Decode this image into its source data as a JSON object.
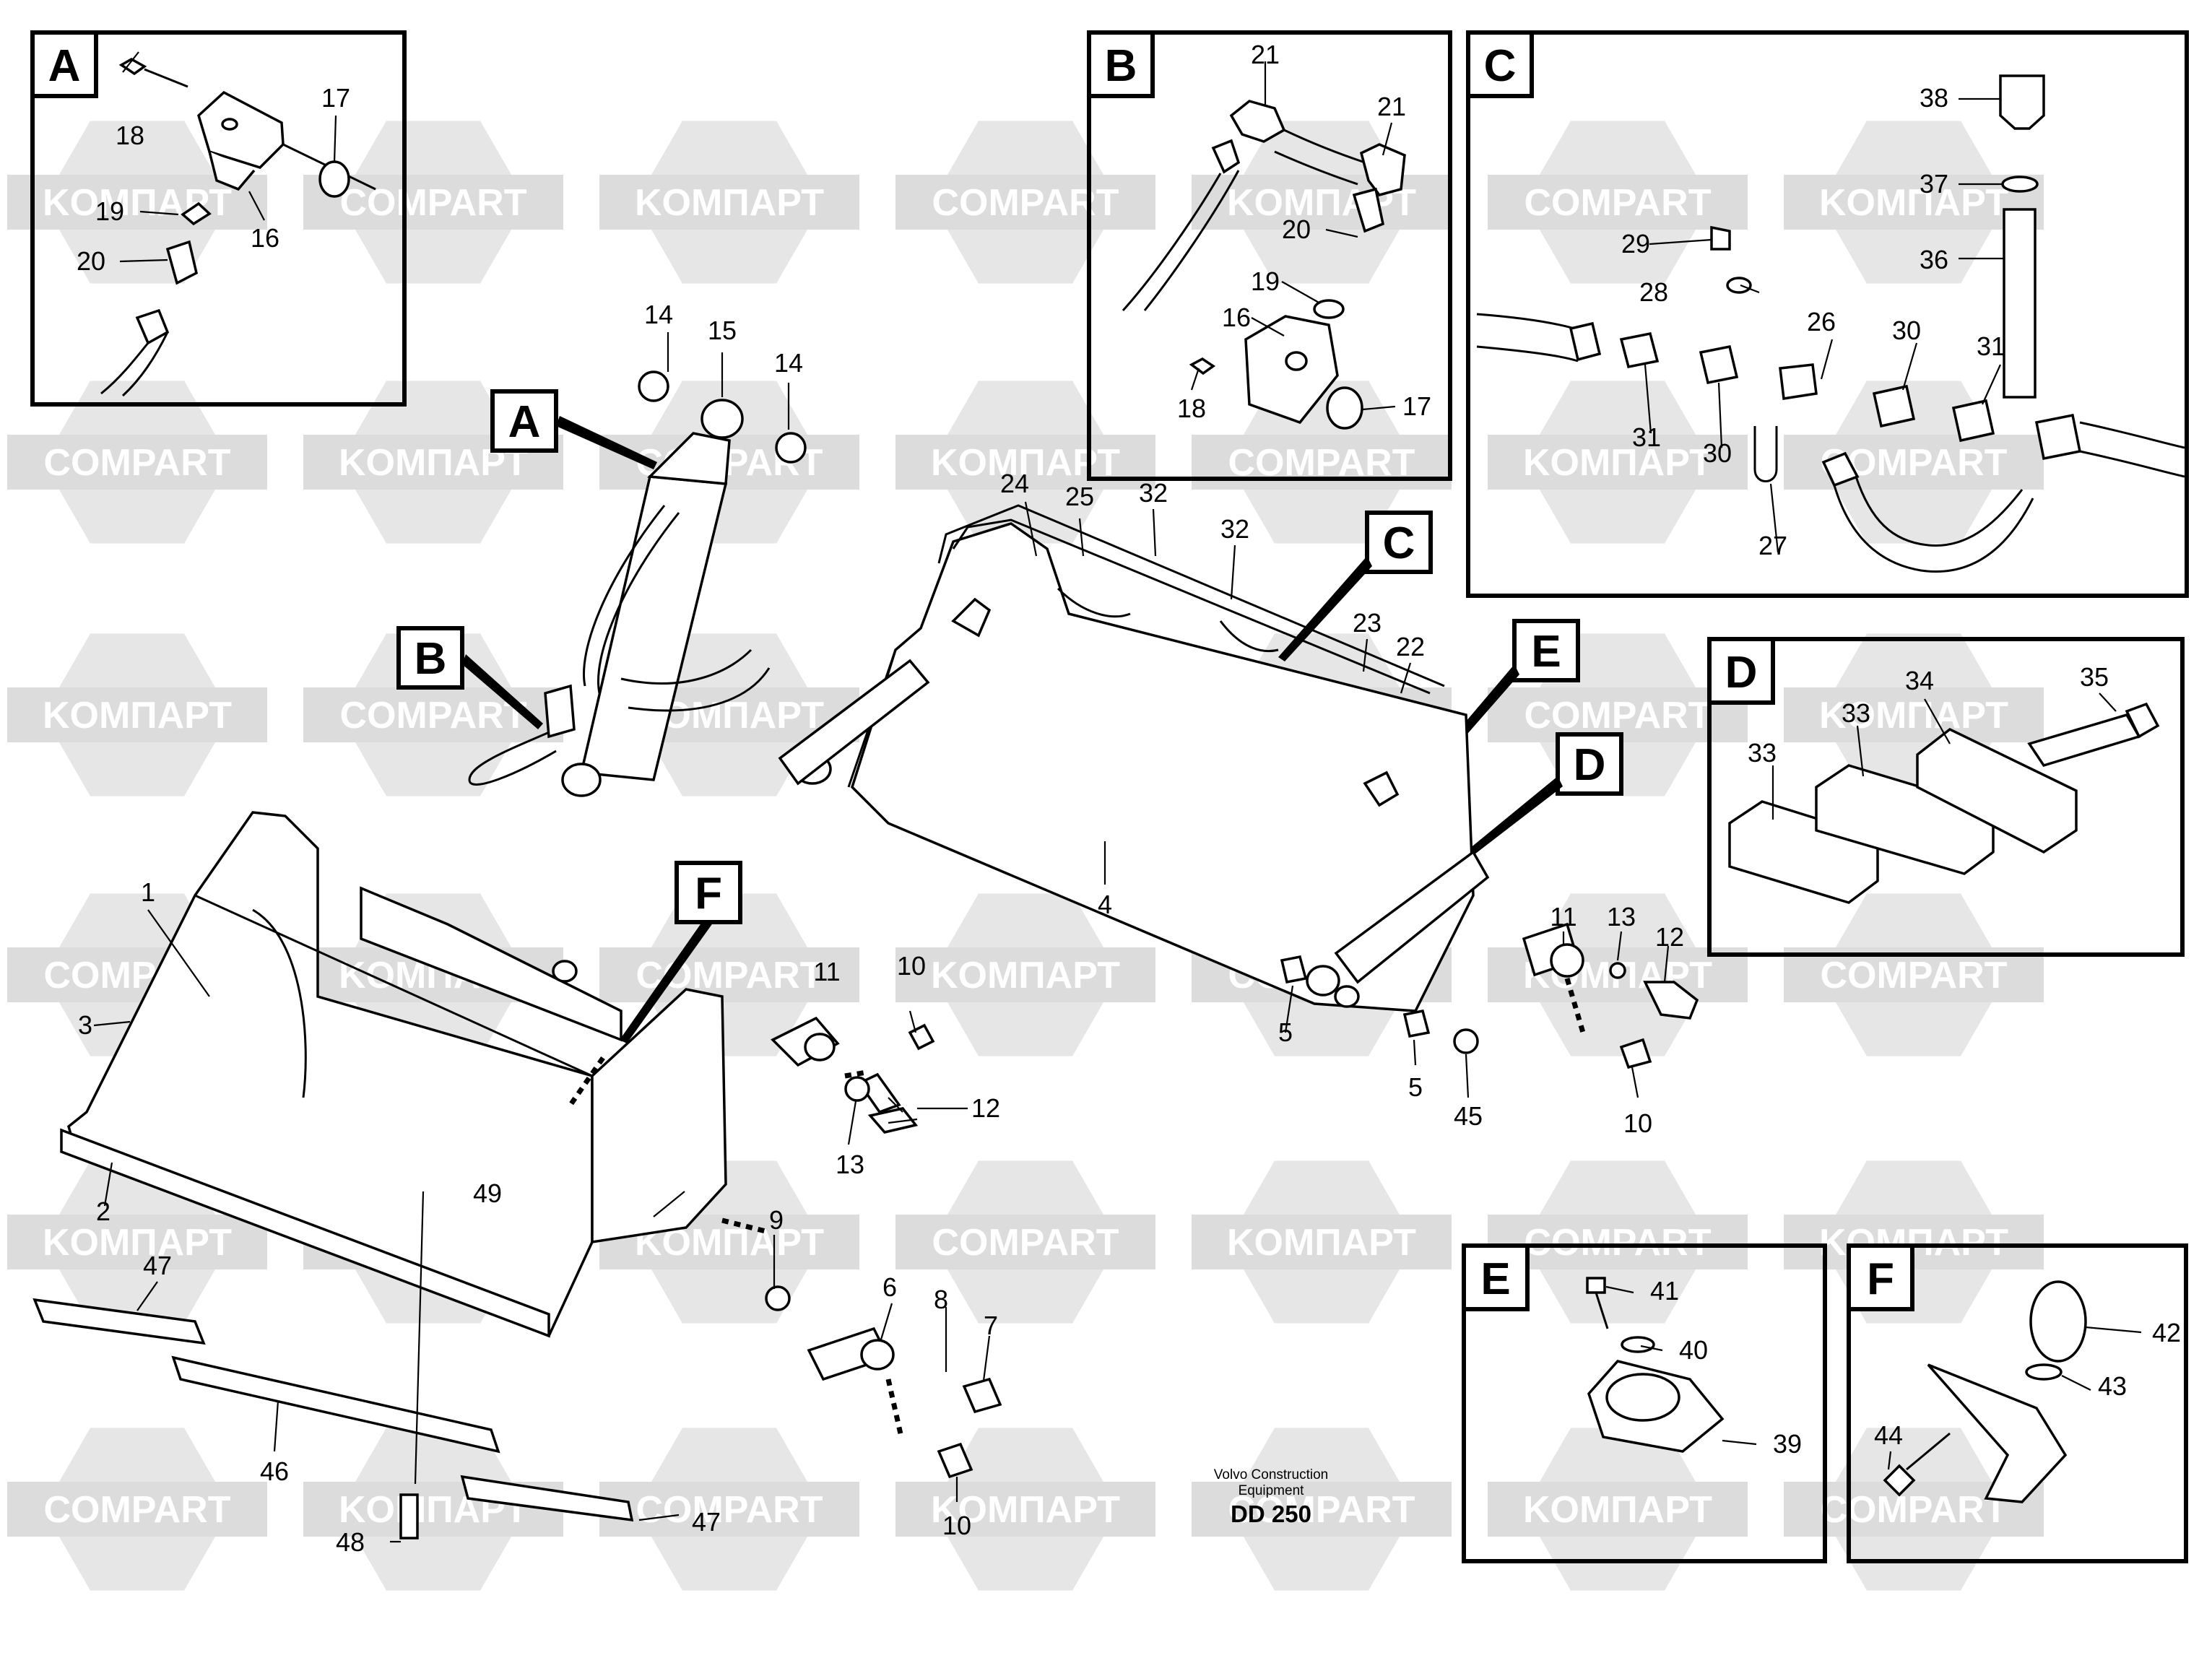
{
  "watermarks": {
    "cyrillic": "KOMПАРТ",
    "latin": "COMPART"
  },
  "detail_labels": [
    "A",
    "B",
    "C",
    "D",
    "E",
    "F"
  ],
  "part_numbers": {
    "p1": "1",
    "p2": "2",
    "p3": "3",
    "p4": "4",
    "p5a": "5",
    "p5b": "5",
    "p6": "6",
    "p7": "7",
    "p8": "8",
    "p9": "9",
    "p10a": "10",
    "p10b": "10",
    "p10c": "10",
    "p11a": "11",
    "p11b": "11",
    "p12a": "12",
    "p12b": "12",
    "p13a": "13",
    "p13b": "13",
    "p14a": "14",
    "p14b": "14",
    "p15": "15",
    "p16a": "16",
    "p16b": "16",
    "p17a": "17",
    "p17b": "17",
    "p18a": "18",
    "p18b": "18",
    "p19a": "19",
    "p19b": "19",
    "p20a": "20",
    "p20b": "20",
    "p21a": "21",
    "p21b": "21",
    "p22": "22",
    "p23": "23",
    "p24": "24",
    "p25": "25",
    "p26": "26",
    "p27": "27",
    "p28": "28",
    "p29": "29",
    "p30a": "30",
    "p30b": "30",
    "p31a": "31",
    "p31b": "31",
    "p32a": "32",
    "p32b": "32",
    "p33a": "33",
    "p33b": "33",
    "p34": "34",
    "p35": "35",
    "p36": "36",
    "p37": "37",
    "p38": "38",
    "p39": "39",
    "p40": "40",
    "p41": "41",
    "p42": "42",
    "p43": "43",
    "p44": "44",
    "p45": "45",
    "p46": "46",
    "p47a": "47",
    "p47b": "47",
    "p48": "48",
    "p49": "49"
  },
  "credit": {
    "line1": "Volvo Construction",
    "line2": "Equipment",
    "code": "DD 250"
  }
}
